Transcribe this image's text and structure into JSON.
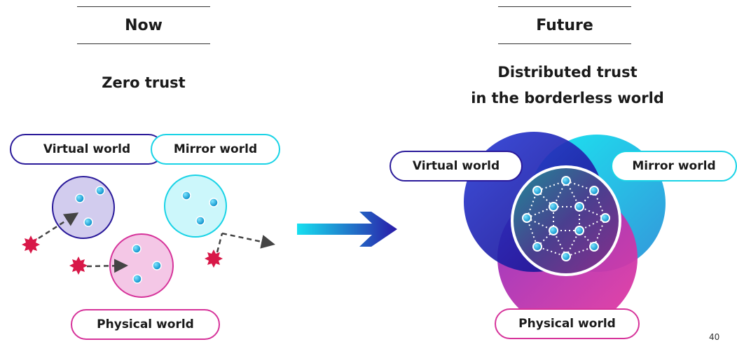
{
  "left": {
    "heading": "Now",
    "subtitle": "Zero trust",
    "labels": {
      "virtual": "Virtual world",
      "mirror": "Mirror world",
      "physical": "Physical world"
    }
  },
  "right": {
    "heading": "Future",
    "subtitle_line1": "Distributed trust",
    "subtitle_line2": "in the borderless world",
    "labels": {
      "virtual": "Virtual world",
      "mirror": "Mirror world",
      "physical": "Physical world"
    }
  },
  "page_number": "40",
  "colors": {
    "virtual": "#2a1a9a",
    "mirror": "#19d3e6",
    "physical": "#d6339a",
    "threat": "#d81848",
    "node": "#1fb8e6"
  }
}
